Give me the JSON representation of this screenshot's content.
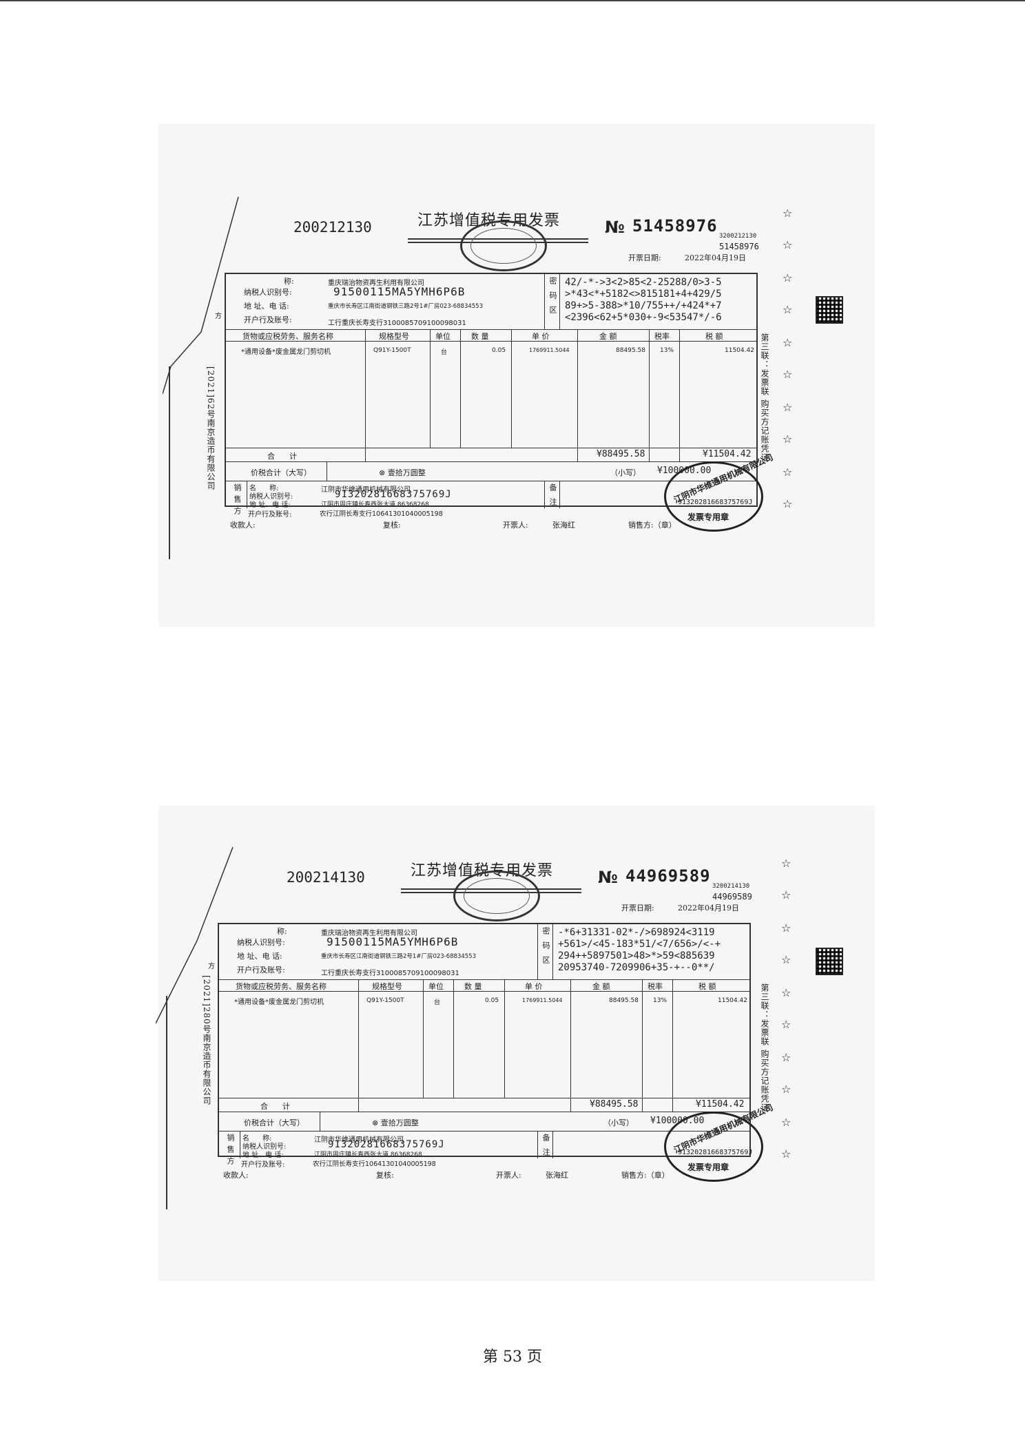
{
  "footer": {
    "page_label": "第 53 页"
  },
  "invoices": [
    {
      "left_code": "200212130",
      "title": "江苏增值税专用发票",
      "no_symbol": "№",
      "number": "51458976",
      "code_small": "3200212130",
      "number_small": "51458976",
      "date_label": "开票日期:",
      "date": "2022年04月19日",
      "buyer": {
        "name_label": "称:",
        "name": "重庆瑞治物资再生利用有限公司",
        "taxid_label": "纳税人识别号:",
        "taxid": "91500115MA5YMH6P6B",
        "addr_label": "地 址、电 话:",
        "addr": "重庆市长寿区江南街道钢铁三路2号1#厂房023-68834553",
        "bank_label": "开户行及账号:",
        "bank": "工行重庆长寿支行3100085709100098031"
      },
      "cipher_label": [
        "密",
        "码",
        "区"
      ],
      "cipher": "42/-*->3<2>85<2-25288/0>3-5\n>*43<*+5182<>815181+4+429/5\n89+>5-388>*10/755++/+424*+7\n<2396<62+5*030+-9<53547*/-6",
      "columns": [
        "货物或应税劳务、服务名称",
        "规格型号",
        "单位",
        "数 量",
        "单 价",
        "金 额",
        "税率",
        "税 额"
      ],
      "item": {
        "name": "*通用设备*废金属龙门剪切机",
        "spec": "Q91Y-1500T",
        "unit": "台",
        "qty": "0.05",
        "price": "1769911.5044",
        "amount": "88495.58",
        "rate": "13%",
        "tax": "11504.42"
      },
      "total_label": "合      计",
      "total_amount": "¥88495.58",
      "total_tax": "¥11504.42",
      "grand_label": "价税合计（大写）",
      "grand_words": "⊗ 壹拾万圆整",
      "grand_small_label": "（小写）",
      "grand_small": "¥100000.00",
      "seller": {
        "name_label": "名      称:",
        "name": "江阴市华维通用机械有限公司",
        "taxid_label": "纳税人识别号:",
        "taxid": "91320281668375769J",
        "addr_label": "地 址、电 话:",
        "addr": "江阴市周庄镇长寿西张大道 86368268",
        "bank_label": "开户行及账号:",
        "bank": "农行江阴长寿支行10641301040005198"
      },
      "seller_side": [
        "销",
        "售",
        "方"
      ],
      "remarks_side": [
        "备",
        "注"
      ],
      "buyer_side": "方",
      "payee_label": "收款人:",
      "reviewer_label": "复核:",
      "issuer_label": "开票人:",
      "issuer": "张海红",
      "seller_stamp_label": "销售方:（章）",
      "seal_company": "江阴市华维通用机械有限公司",
      "seal_taxid": "91320281668375769J",
      "seal_type": "发票专用章",
      "side_copy": "第三联：发票联 购买方记账凭证",
      "side_print": "[2021]62号南京造币有限公司"
    },
    {
      "left_code": "200214130",
      "title": "江苏增值税专用发票",
      "no_symbol": "№",
      "number": "44969589",
      "code_small": "3200214130",
      "number_small": "44969589",
      "date_label": "开票日期:",
      "date": "2022年04月19日",
      "buyer": {
        "name_label": "称:",
        "name": "重庆瑞治物资再生利用有限公司",
        "taxid_label": "纳税人识别号:",
        "taxid": "91500115MA5YMH6P6B",
        "addr_label": "地 址、电 话:",
        "addr": "重庆市长寿区江南街道钢铁三路2号1#厂房023-68834553",
        "bank_label": "开户行及账号:",
        "bank": "工行重庆长寿支行3100085709100098031"
      },
      "cipher_label": [
        "密",
        "码",
        "区"
      ],
      "cipher": "-*6+31331-02*-/>698924<3119\n+561>/<45-183*51/<7/656>/<-+\n294++5897501>48>*>59<885639\n20953740-7209906+35-+--0**/",
      "columns": [
        "货物或应税劳务、服务名称",
        "规格型号",
        "单位",
        "数 量",
        "单 价",
        "金 额",
        "税率",
        "税 额"
      ],
      "item": {
        "name": "*通用设备*废金属龙门剪切机",
        "spec": "Q91Y-1500T",
        "unit": "台",
        "qty": "0.05",
        "price": "1769911.5044",
        "amount": "88495.58",
        "rate": "13%",
        "tax": "11504.42"
      },
      "total_label": "合      计",
      "total_amount": "¥88495.58",
      "total_tax": "¥11504.42",
      "grand_label": "价税合计（大写）",
      "grand_words": "⊗ 壹拾万圆整",
      "grand_small_label": "（小写）",
      "grand_small": "¥100000.00",
      "seller": {
        "name_label": "名      称:",
        "name": "江阴市华维通用机械有限公司",
        "taxid_label": "纳税人识别号:",
        "taxid": "91320281668375769J",
        "addr_label": "地 址、电 话:",
        "addr": "江阴市周庄镇长寿西张大道 86368268",
        "bank_label": "开户行及账号:",
        "bank": "农行江阴长寿支行10641301040005198"
      },
      "seller_side": [
        "销",
        "售",
        "方"
      ],
      "remarks_side": [
        "备",
        "注"
      ],
      "buyer_side": "方",
      "payee_label": "收款人:",
      "reviewer_label": "复核:",
      "issuer_label": "开票人:",
      "issuer": "张海红",
      "seller_stamp_label": "销售方:（章）",
      "seal_company": "江阴市华维通用机械有限公司",
      "seal_taxid": "91320281668375769J",
      "seal_type": "发票专用章",
      "side_copy": "第三联：发票联 购买方记账凭证",
      "side_print": "[2021]280号南京造币有限公司"
    }
  ]
}
